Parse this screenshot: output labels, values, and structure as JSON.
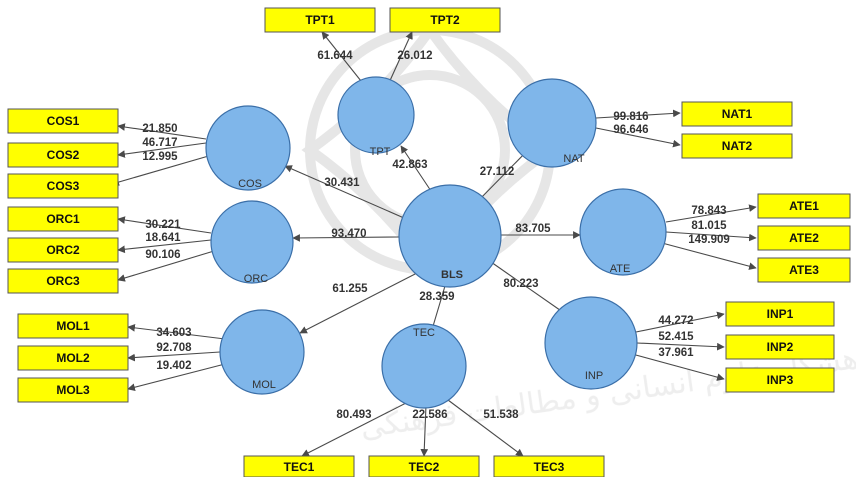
{
  "watermark": {
    "text": "پژوهشگاه علوم انسانی و مطالعات فرهنگی"
  },
  "colors": {
    "indicator_fill": "#ffff00",
    "latent_fill": "#7fb6ea",
    "edge": "#4a4a4a"
  },
  "latents": {
    "BLS": "BLS",
    "TPT": "TPT",
    "NAT": "NAT",
    "COS": "COS",
    "ORC": "ORC",
    "ATE": "ATE",
    "MOL": "MOL",
    "TEC": "TEC",
    "INP": "INP"
  },
  "indicators": {
    "TPT1": "TPT1",
    "TPT2": "TPT2",
    "NAT1": "NAT1",
    "NAT2": "NAT2",
    "COS1": "COS1",
    "COS2": "COS2",
    "COS3": "COS3",
    "ORC1": "ORC1",
    "ORC2": "ORC2",
    "ORC3": "ORC3",
    "ATE1": "ATE1",
    "ATE2": "ATE2",
    "ATE3": "ATE3",
    "MOL1": "MOL1",
    "MOL2": "MOL2",
    "MOL3": "MOL3",
    "INP1": "INP1",
    "INP2": "INP2",
    "INP3": "INP3",
    "TEC1": "TEC1",
    "TEC2": "TEC2",
    "TEC3": "TEC3"
  },
  "structural_coefficients": {
    "BLS_TPT": "42.863",
    "BLS_NAT": "27.112",
    "BLS_COS": "30.431",
    "BLS_ORC": "93.470",
    "BLS_ATE": "83.705",
    "BLS_MOL": "61.255",
    "BLS_TEC": "28.359",
    "BLS_INP": "80.223"
  },
  "loadings": {
    "TPT1": "61.644",
    "TPT2": "26.012",
    "NAT1": "99.816",
    "NAT2": "96.646",
    "COS1": "21.850",
    "COS2": "46.717",
    "COS3": "12.995",
    "ORC1": "30.221",
    "ORC2": "18.641",
    "ORC3": "90.106",
    "ATE1": "78.843",
    "ATE2": "81.015",
    "ATE3": "149.909",
    "MOL1": "34.603",
    "MOL2": "92.708",
    "MOL3": "19.402",
    "INP1": "44.272",
    "INP2": "52.415",
    "INP3": "37.961",
    "TEC1": "80.493",
    "TEC2": "22.586",
    "TEC3": "51.538"
  }
}
